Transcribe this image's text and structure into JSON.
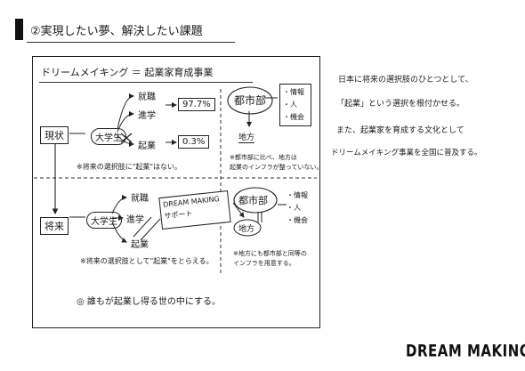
{
  "header": {
    "marker_color": "#111111",
    "title": "②実現したい夢、解決したい課題"
  },
  "diagram": {
    "title": "ドリームメイキング ＝ 起業家育成事業",
    "current": {
      "label": "現状",
      "student": "大学生",
      "job": "就職",
      "grad": "進学",
      "startup": "起業",
      "job_rate": "97.7%",
      "startup_rate": "0.3%",
      "note": "※将来の選択肢に\"起業\"はない。",
      "city": "都市部",
      "city_list": [
        "・情報",
        "・人",
        "・機会"
      ],
      "region": "地方",
      "region_note_1": "※都市部に比べ、地方は",
      "region_note_2": "起業のインフラが整っていない。"
    },
    "future": {
      "label": "将来",
      "student": "大学生",
      "job": "就職",
      "grad": "進学",
      "startup": "起業",
      "support_1": "DREAM MAKING",
      "support_2": "サポート",
      "note": "※将来の選択肢として\"起業\"をとらえる。",
      "city": "都市部",
      "city_list": [
        "・情報",
        "・人",
        "・機会"
      ],
      "region": "地方",
      "region_note_1": "※地方にも都市部と同等の",
      "region_note_2": "インフラを用意する。"
    },
    "bottom_goal": "◎ 誰もが起業し得る世の中にする。"
  },
  "side_text": [
    "日本に将来の選択肢のひとつとして、",
    "「起業」という選択を根付かせる。",
    "また、起業家を育成する文化として",
    "ドリームメイキング事業を全国に普及する。"
  ],
  "footer": {
    "brand": "DREAM MAKING"
  }
}
